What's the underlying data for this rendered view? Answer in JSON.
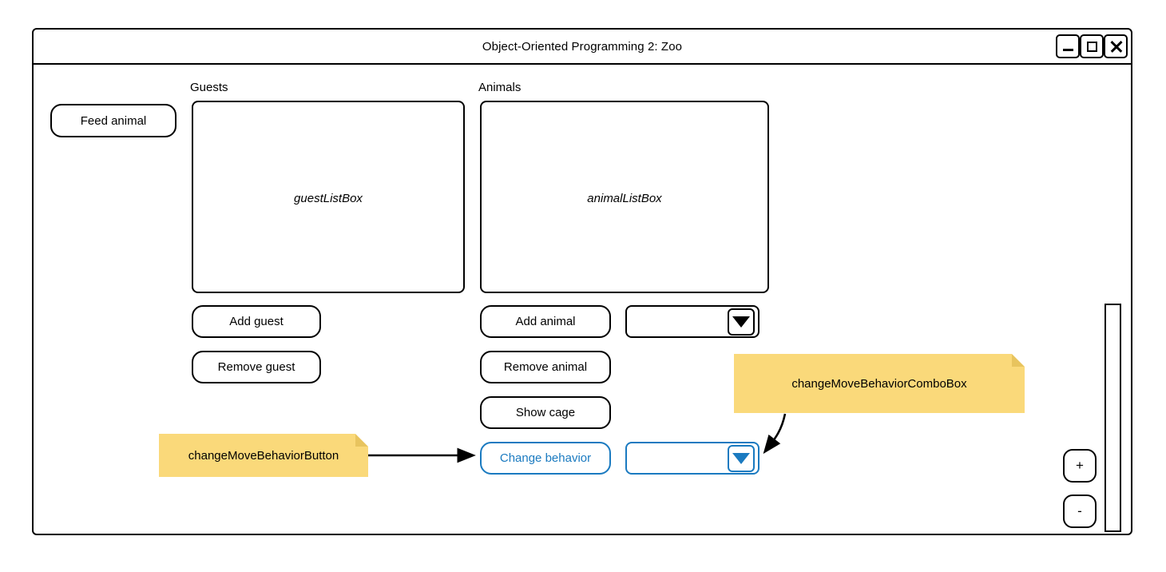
{
  "window": {
    "title": "Object-Oriented Programming 2: Zoo",
    "controls": [
      {
        "name": "minimize",
        "glyph": "_"
      },
      {
        "name": "maximize",
        "glyph": "□"
      },
      {
        "name": "close",
        "glyph": "✕"
      }
    ]
  },
  "labels": {
    "guests": "Guests",
    "animals": "Animals"
  },
  "listboxes": {
    "guest": "guestListBox",
    "animal": "animalListBox"
  },
  "buttons": {
    "feed_animal": "Feed animal",
    "add_guest": "Add guest",
    "remove_guest": "Remove guest",
    "add_animal": "Add animal",
    "remove_animal": "Remove animal",
    "show_cage": "Show cage",
    "change_behavior": "Change behavior",
    "plus": "+",
    "minus": "-"
  },
  "combos": {
    "animal_type": {
      "value": "",
      "arrow": "chevron-down-icon"
    },
    "change_move_behavior": {
      "value": "",
      "arrow": "chevron-down-icon"
    }
  },
  "notes": [
    {
      "id": "combobox-note",
      "text": "changeMoveBehaviorComboBox"
    },
    {
      "id": "button-note",
      "text": "changeMoveBehaviorButton"
    }
  ],
  "colors": {
    "highlight_blue": "#1a7ac0",
    "note_fill": "#fad97a",
    "note_fold": "#e8c45e",
    "outline": "#000000",
    "background": "#ffffff"
  }
}
